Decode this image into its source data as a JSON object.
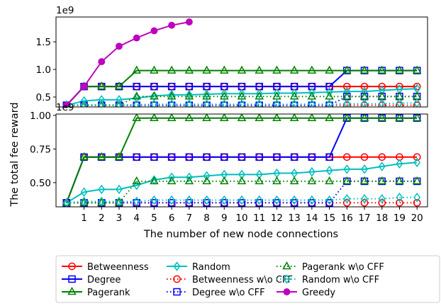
{
  "chart_data": [
    {
      "type": "line",
      "panel": "top",
      "scale_label": "1e9",
      "xlim": [
        -0.6,
        20.6
      ],
      "ylim": [
        0.32,
        1.95
      ],
      "yticks": [
        {
          "value": 0.5,
          "label": "0.5"
        },
        {
          "value": 1.0,
          "label": "1.0"
        },
        {
          "value": 1.5,
          "label": "1.5"
        }
      ],
      "series": [
        {
          "key": "betweenness",
          "values": [
            0.35,
            0.69,
            0.69,
            0.69,
            0.69,
            0.69,
            0.69,
            0.69,
            0.69,
            0.69,
            0.69,
            0.69,
            0.69,
            0.69,
            0.69,
            0.69,
            0.69,
            0.69,
            0.69,
            0.69,
            0.69
          ]
        },
        {
          "key": "degree",
          "values": [
            0.35,
            0.69,
            0.69,
            0.69,
            0.69,
            0.69,
            0.69,
            0.69,
            0.69,
            0.69,
            0.69,
            0.69,
            0.69,
            0.69,
            0.69,
            0.69,
            0.98,
            0.98,
            0.98,
            0.98,
            0.98
          ]
        },
        {
          "key": "pagerank",
          "values": [
            0.35,
            0.69,
            0.69,
            0.69,
            0.98,
            0.98,
            0.98,
            0.98,
            0.98,
            0.98,
            0.98,
            0.98,
            0.98,
            0.98,
            0.98,
            0.98,
            0.98,
            0.98,
            0.98,
            0.98,
            0.98
          ]
        },
        {
          "key": "random",
          "values": [
            0.35,
            0.43,
            0.45,
            0.45,
            0.48,
            0.52,
            0.54,
            0.54,
            0.55,
            0.56,
            0.56,
            0.56,
            0.57,
            0.57,
            0.58,
            0.59,
            0.6,
            0.6,
            0.62,
            0.64,
            0.65
          ]
        },
        {
          "key": "betweenness_wo",
          "values": [
            0.35,
            0.35,
            0.35,
            0.35,
            0.35,
            0.35,
            0.35,
            0.35,
            0.35,
            0.35,
            0.35,
            0.35,
            0.35,
            0.35,
            0.35,
            0.35,
            0.35,
            0.35,
            0.35,
            0.35,
            0.35
          ]
        },
        {
          "key": "degree_wo",
          "values": [
            0.35,
            0.35,
            0.35,
            0.35,
            0.35,
            0.35,
            0.35,
            0.35,
            0.35,
            0.35,
            0.35,
            0.35,
            0.35,
            0.35,
            0.35,
            0.35,
            0.51,
            0.51,
            0.51,
            0.51,
            0.51
          ]
        },
        {
          "key": "pagerank_wo",
          "values": [
            0.35,
            0.35,
            0.35,
            0.35,
            0.51,
            0.51,
            0.51,
            0.51,
            0.51,
            0.51,
            0.51,
            0.51,
            0.51,
            0.51,
            0.51,
            0.51,
            0.51,
            0.51,
            0.51,
            0.51,
            0.51
          ]
        },
        {
          "key": "random_wo",
          "values": [
            0.35,
            0.36,
            0.36,
            0.36,
            0.36,
            0.37,
            0.37,
            0.37,
            0.37,
            0.37,
            0.37,
            0.37,
            0.37,
            0.37,
            0.37,
            0.37,
            0.38,
            0.38,
            0.38,
            0.39,
            0.39
          ]
        },
        {
          "key": "greedy",
          "values": [
            0.35,
            0.69,
            1.14,
            1.42,
            1.57,
            1.7,
            1.8,
            1.86
          ]
        }
      ]
    },
    {
      "type": "line",
      "panel": "bottom",
      "scale_label": "1e9",
      "xlabel": "The number of new node connections",
      "ylabel": "The total fee reward",
      "xlim": [
        -0.6,
        20.6
      ],
      "ylim": [
        0.32,
        1.01
      ],
      "xticks": [
        "1",
        "2",
        "3",
        "4",
        "5",
        "6",
        "7",
        "8",
        "9",
        "10",
        "11",
        "12",
        "13",
        "14",
        "15",
        "16",
        "17",
        "18",
        "19",
        "20"
      ],
      "yticks": [
        {
          "value": 0.5,
          "label": "0.50"
        },
        {
          "value": 0.75,
          "label": "0.75"
        },
        {
          "value": 1.0,
          "label": "1.00"
        }
      ],
      "series": [
        {
          "key": "betweenness",
          "values": [
            0.35,
            0.69,
            0.69,
            0.69,
            0.69,
            0.69,
            0.69,
            0.69,
            0.69,
            0.69,
            0.69,
            0.69,
            0.69,
            0.69,
            0.69,
            0.69,
            0.69,
            0.69,
            0.69,
            0.69,
            0.69
          ]
        },
        {
          "key": "degree",
          "values": [
            0.35,
            0.69,
            0.69,
            0.69,
            0.69,
            0.69,
            0.69,
            0.69,
            0.69,
            0.69,
            0.69,
            0.69,
            0.69,
            0.69,
            0.69,
            0.69,
            0.98,
            0.98,
            0.98,
            0.98,
            0.98
          ]
        },
        {
          "key": "pagerank",
          "values": [
            0.35,
            0.69,
            0.69,
            0.69,
            0.98,
            0.98,
            0.98,
            0.98,
            0.98,
            0.98,
            0.98,
            0.98,
            0.98,
            0.98,
            0.98,
            0.98,
            0.98,
            0.98,
            0.98,
            0.98,
            0.98
          ]
        },
        {
          "key": "random",
          "values": [
            0.35,
            0.43,
            0.45,
            0.45,
            0.48,
            0.52,
            0.54,
            0.54,
            0.55,
            0.56,
            0.56,
            0.56,
            0.57,
            0.57,
            0.58,
            0.59,
            0.6,
            0.6,
            0.62,
            0.64,
            0.65
          ]
        },
        {
          "key": "betweenness_wo",
          "values": [
            0.35,
            0.35,
            0.35,
            0.35,
            0.35,
            0.35,
            0.35,
            0.35,
            0.35,
            0.35,
            0.35,
            0.35,
            0.35,
            0.35,
            0.35,
            0.35,
            0.35,
            0.35,
            0.35,
            0.35,
            0.35
          ]
        },
        {
          "key": "degree_wo",
          "values": [
            0.35,
            0.35,
            0.35,
            0.35,
            0.35,
            0.35,
            0.35,
            0.35,
            0.35,
            0.35,
            0.35,
            0.35,
            0.35,
            0.35,
            0.35,
            0.35,
            0.51,
            0.51,
            0.51,
            0.51,
            0.51
          ]
        },
        {
          "key": "pagerank_wo",
          "values": [
            0.35,
            0.35,
            0.35,
            0.35,
            0.51,
            0.51,
            0.51,
            0.51,
            0.51,
            0.51,
            0.51,
            0.51,
            0.51,
            0.51,
            0.51,
            0.51,
            0.51,
            0.51,
            0.51,
            0.51,
            0.51
          ]
        },
        {
          "key": "random_wo",
          "values": [
            0.35,
            0.36,
            0.36,
            0.36,
            0.36,
            0.37,
            0.37,
            0.37,
            0.37,
            0.37,
            0.37,
            0.37,
            0.37,
            0.37,
            0.37,
            0.37,
            0.38,
            0.38,
            0.38,
            0.39,
            0.39
          ]
        }
      ]
    }
  ],
  "series_styles": {
    "betweenness": {
      "name": "Betweenness",
      "color": "#ff0000",
      "marker": "circle",
      "dash": "solid"
    },
    "degree": {
      "name": "Degree",
      "color": "#0000ff",
      "marker": "square",
      "dash": "solid"
    },
    "pagerank": {
      "name": "Pagerank",
      "color": "#008000",
      "marker": "triangle",
      "dash": "solid"
    },
    "random": {
      "name": "Random",
      "color": "#00bfbf",
      "marker": "diamond",
      "dash": "solid"
    },
    "betweenness_wo": {
      "name": "Betweenness w\\o CFF",
      "color": "#ff0000",
      "marker": "circle",
      "dash": "dotted"
    },
    "degree_wo": {
      "name": "Degree w\\o CFF",
      "color": "#0000ff",
      "marker": "square",
      "dash": "dotted"
    },
    "pagerank_wo": {
      "name": "Pagerank w\\o CFF",
      "color": "#008000",
      "marker": "triangle",
      "dash": "dotted"
    },
    "random_wo": {
      "name": "Random w\\o CFF",
      "color": "#00bfbf",
      "marker": "diamond",
      "dash": "dotted"
    },
    "greedy": {
      "name": "Greedy",
      "color": "#bf00bf",
      "marker": "filled-circle",
      "dash": "solid"
    }
  },
  "legend": {
    "placement": "bottom",
    "entries": [
      "betweenness",
      "degree",
      "pagerank",
      "random",
      "betweenness_wo",
      "degree_wo",
      "pagerank_wo",
      "random_wo",
      "greedy"
    ]
  }
}
